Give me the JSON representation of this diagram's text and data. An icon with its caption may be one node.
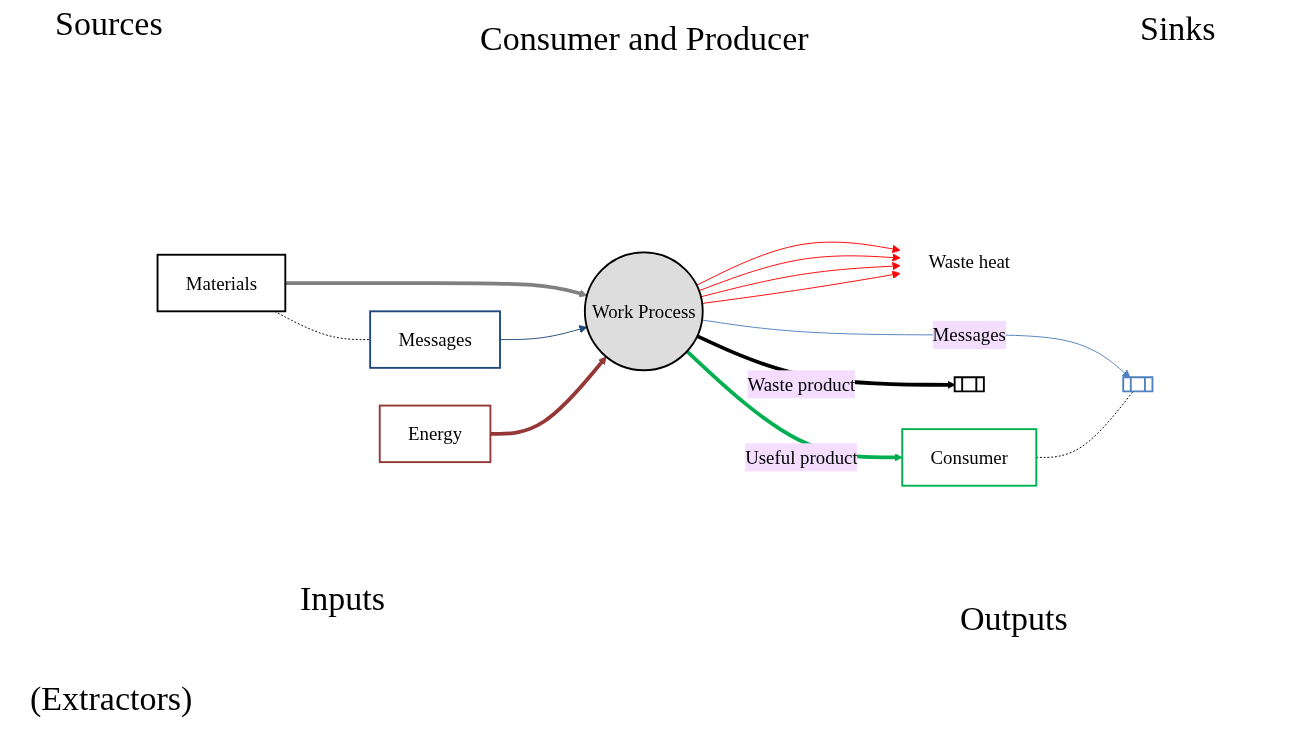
{
  "diagram": {
    "nodes": [
      {
        "text": [
          "Materials"
        ]
      },
      {
        "text": [
          "Messages"
        ]
      },
      {
        "text": [
          "Energy"
        ]
      },
      {
        "text": [
          "Work Process"
        ]
      },
      {
        "text": [
          "Waste heat"
        ]
      },
      {
        "text": [
          "Consumer"
        ]
      },
      {
        "text": [],
        "shape": "bracket"
      },
      {
        "text": [],
        "shape": "bracket"
      }
    ],
    "edges": [
      {
        "from": 0,
        "to": 3,
        "arrow": "to",
        "style": "thick",
        "color": "#808080"
      },
      {
        "from": 1,
        "to": 3,
        "arrow": "to",
        "color": "#1f497d"
      },
      {
        "from": 2,
        "to": 3,
        "arrow": "to",
        "style": "thick",
        "color": "#953735"
      },
      {
        "from": 3,
        "to": 4,
        "arrow": "to",
        "color": "#ff0000"
      },
      {
        "from": 3,
        "to": 4,
        "arrow": "to",
        "color": "#ff0000"
      },
      {
        "from": 3,
        "to": 4,
        "arrow": "to",
        "color": "#ff0000"
      },
      {
        "from": 3,
        "to": 4,
        "arrow": "to",
        "color": "#ff0000"
      },
      {
        "from": 3,
        "to": 5,
        "label": "Useful product",
        "arrow": "to",
        "style": "thick",
        "color": "#00b050"
      },
      {
        "from": 3,
        "to": 7,
        "label": "Messages",
        "arrow": "to",
        "color": "#4f81bd"
      },
      {
        "from": 3,
        "to": 6,
        "label": "Waste product",
        "arrow": "to",
        "style": "thick",
        "color": "#000000"
      },
      {
        "from": 0,
        "to": 1,
        "arrow": "none",
        "style": "dashed",
        "color": "#000000"
      },
      {
        "from": 5,
        "to": 7,
        "arrow": "none",
        "style": "dashed",
        "color": "#000000"
      }
    ],
    "labels": [
      "Sources",
      "Consumer and Producer",
      "Sinks",
      "Inputs",
      "Outputs",
      "(Extractors)"
    ]
  }
}
